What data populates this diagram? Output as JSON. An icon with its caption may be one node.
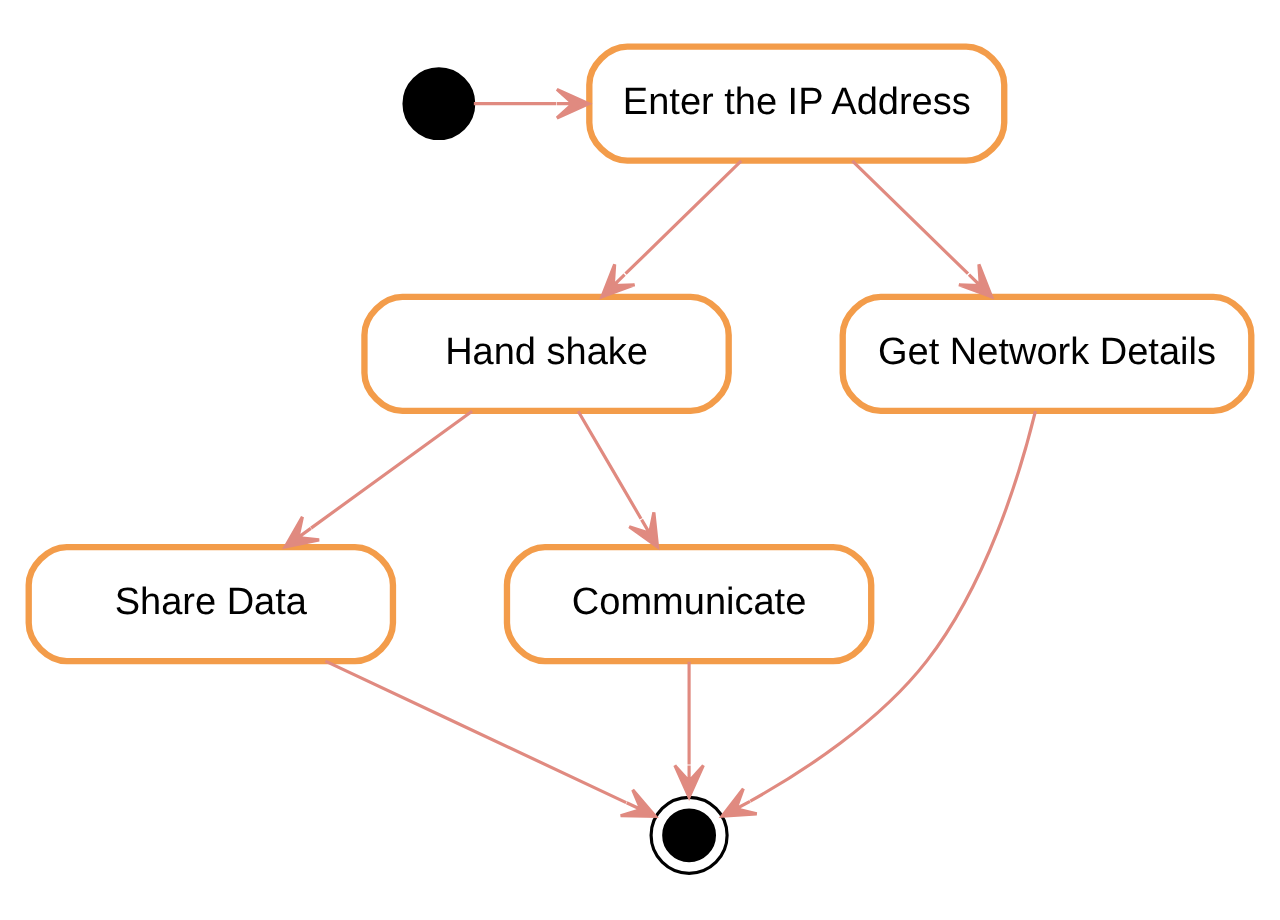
{
  "diagram": {
    "nodes": [
      {
        "text": [],
        "shape": "circle"
      },
      {
        "text": [
          "Enter the IP Address"
        ]
      },
      {
        "text": [
          "Hand shake"
        ]
      },
      {
        "text": [
          "Get Network Details"
        ]
      },
      {
        "text": [
          "Share Data"
        ]
      },
      {
        "text": [
          "Communicate"
        ]
      },
      {
        "text": [],
        "shape": "circle"
      }
    ],
    "edges": [
      {
        "from": 0,
        "to": 1,
        "arrow": "to"
      },
      {
        "from": 1,
        "to": 2,
        "arrow": "to"
      },
      {
        "from": 1,
        "to": 3,
        "arrow": "to"
      },
      {
        "from": 2,
        "to": 4,
        "arrow": "to"
      },
      {
        "from": 2,
        "to": 5,
        "arrow": "to"
      },
      {
        "from": 4,
        "to": 6,
        "arrow": "to"
      },
      {
        "from": 5,
        "to": 6,
        "arrow": "to"
      },
      {
        "from": 3,
        "to": 6,
        "arrow": "to"
      }
    ]
  }
}
